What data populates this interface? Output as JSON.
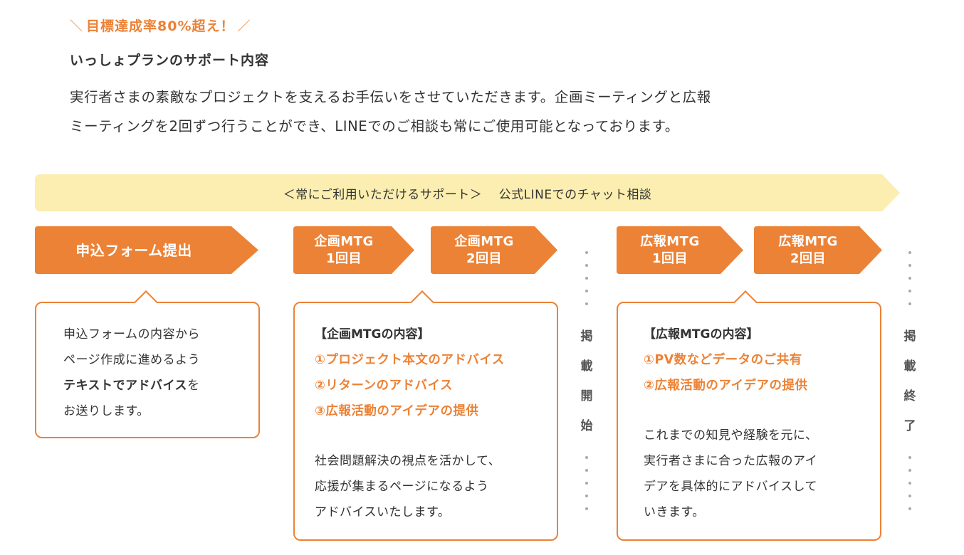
{
  "tagline": "目標達成率80%超え！",
  "heading": "いっしょプランのサポート内容",
  "intro": [
    "実行者さまの素敵なプロジェクトを支えるお手伝いをさせていただきます。企画ミーティングと広報",
    "ミーティングを2回ずつ行うことができ、LINEでのご相談も常にご使用可能となっております。"
  ],
  "banner": "＜常にご利用いただけるサポート＞　 公式LINEでのチャット相談",
  "steps": {
    "form": "申込フォーム提出",
    "plan1": "企画MTG\n1回目",
    "plan2": "企画MTG\n2回目",
    "pr1": "広報MTG\n1回目",
    "pr2": "広報MTG\n2回目"
  },
  "card_form": {
    "line1": "申込フォームの内容から",
    "line2": "ページ作成に進めるよう",
    "line3_emph": "テキストでアドバイス",
    "line3_rest": "を",
    "line4": "お送りします。"
  },
  "card_plan": {
    "title": "【企画MTGの内容】",
    "items": [
      "①プロジェクト本文のアドバイス",
      "②リターンのアドバイス",
      "③広報活動のアイデアの提供"
    ],
    "body": [
      "社会問題解決の視点を活かして、",
      "応援が集まるページになるよう",
      "アドバイスいたします。"
    ]
  },
  "card_pr": {
    "title": "【広報MTGの内容】",
    "items": [
      "①PV数などデータのご共有",
      "②広報活動のアイデアの提供"
    ],
    "body": [
      "これまでの知見や経験を元に、",
      "実行者さまに合った広報のアイ",
      "デアを具体的にアドバイスして",
      "いきます。"
    ]
  },
  "milestones": {
    "start": [
      "掲",
      "載",
      "開",
      "始"
    ],
    "end": [
      "掲",
      "載",
      "終",
      "了"
    ]
  },
  "colors": {
    "accent": "#ec8236",
    "banner": "#fbeeb0",
    "text": "#333333"
  }
}
